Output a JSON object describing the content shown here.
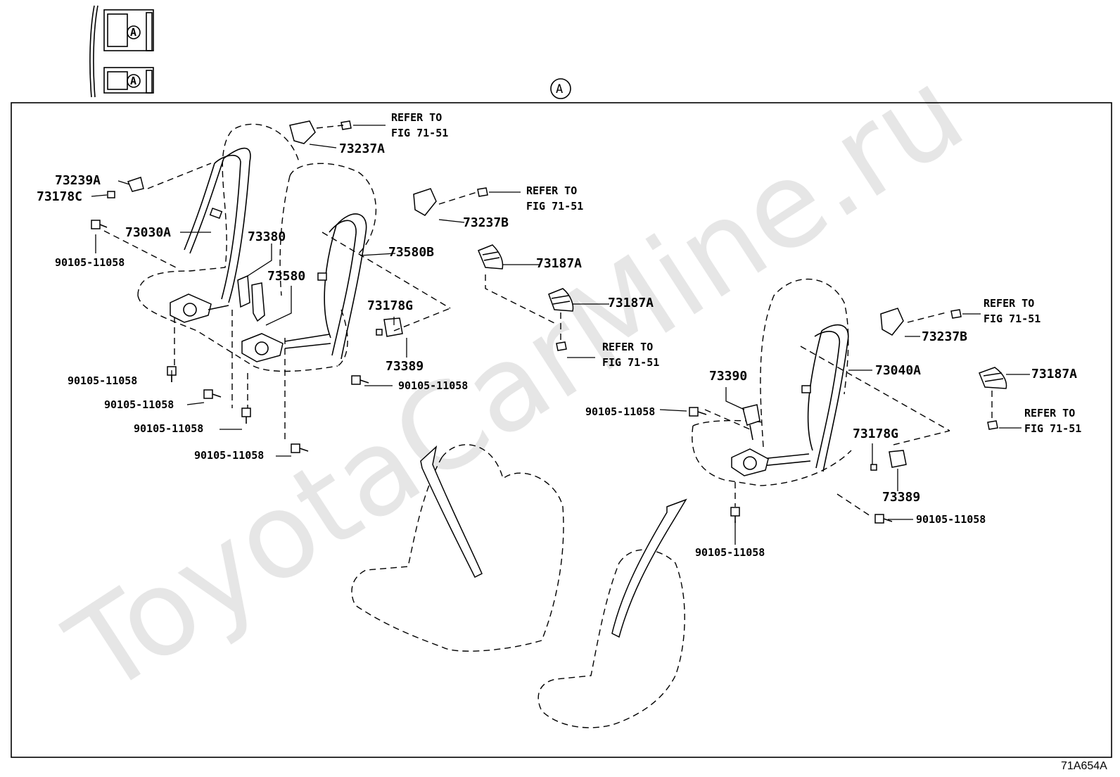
{
  "diagram": {
    "watermark": "ToyotaCarMine.ru",
    "figure_code": "71A654A",
    "view_marker": "A",
    "refer_text": "REFER TO",
    "refer_fig": "FIG 71-51",
    "part_labels": {
      "p73237A": "73237A",
      "p73239A": "73239A",
      "p73178C": "73178C",
      "p73030A": "73030A",
      "p73380": "73380",
      "p73580": "73580",
      "p73580B": "73580B",
      "p73237B_1": "73237B",
      "p73187A_1": "73187A",
      "p73187A_2": "73187A",
      "p73178G_1": "73178G",
      "p73389_1": "73389",
      "p73237B_2": "73237B",
      "p73040A": "73040A",
      "p73390": "73390",
      "p73187A_3": "73187A",
      "p73178G_2": "73178G",
      "p73389_2": "73389"
    },
    "bolt_label": "90105-11058"
  }
}
